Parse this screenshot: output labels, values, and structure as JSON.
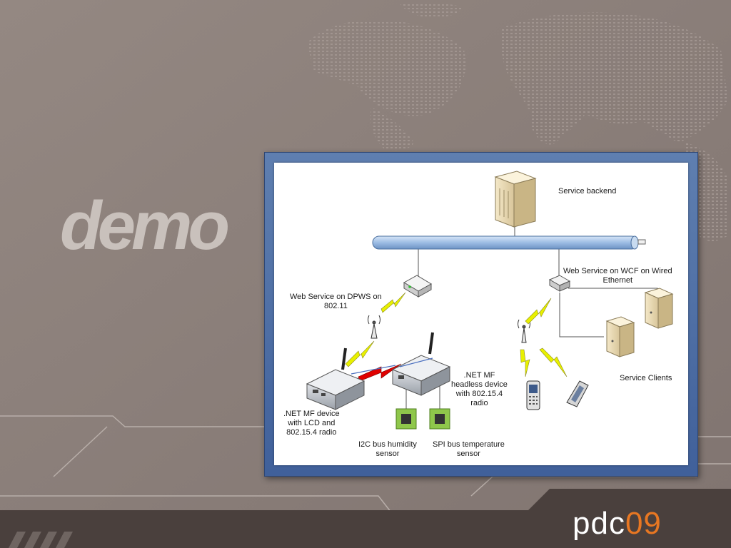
{
  "slide": {
    "heading": "demo",
    "logo_primary": "pdc",
    "logo_accent": "09"
  },
  "diagram": {
    "labels": {
      "service_backend": "Service backend",
      "wcf_service": "Web Service on WCF on Wired\nEthernet",
      "dpws_service": "Web Service on DPWS on\n802.11",
      "netmf_headless": ".NET MF\nheadless device\nwith 802.15.4\nradio",
      "netmf_lcd": ".NET MF device\nwith LCD and\n802.15.4 radio",
      "i2c_sensor": "I2C bus humidity\nsensor",
      "spi_sensor": "SPI bus temperature\nsensor",
      "service_clients": "Service Clients"
    },
    "colors": {
      "wireless_link": "#e8f000",
      "radio_link": "#e00000",
      "bus_pipe": "#a9c6e8",
      "frame": "#4f6fa5"
    }
  }
}
